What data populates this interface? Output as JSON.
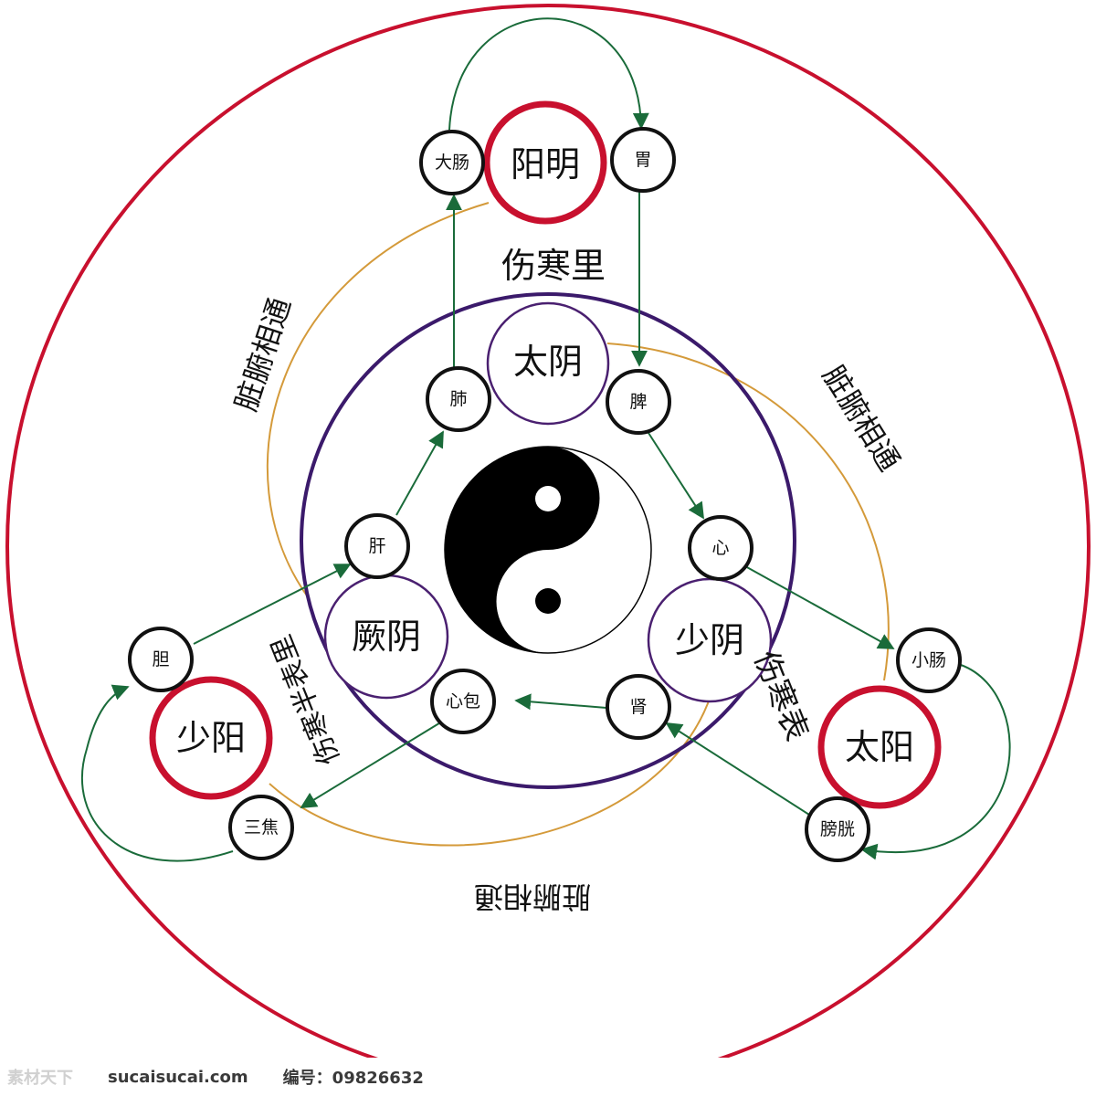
{
  "colors": {
    "outer_ring": "#c8102e",
    "inner_ring": "#3b1a6b",
    "yang_ring": "#c8102e",
    "yin_ring": "#4a2070",
    "organ_ring": "#111111",
    "arrow": "#1a6b3a",
    "link_curve": "#d49a3a",
    "text": "#111111"
  },
  "labels": {
    "shanghan_li": "伤寒里",
    "shanghan_biao_right": "伤寒表",
    "shanghan_banbiao": "伤寒半表里",
    "zangfu_left": "脏腑相通",
    "zangfu_right": "脏腑相通",
    "zangfu_bottom": "脏腑相通"
  },
  "channels": {
    "yangming": "阳明",
    "taiyin": "太阴",
    "jueyin": "厥阴",
    "shaoyin": "少阴",
    "shaoyang": "少阳",
    "taiyang": "太阳"
  },
  "organs": {
    "dachang": "大肠",
    "wei": "胃",
    "fei": "肺",
    "pi": "脾",
    "gan": "肝",
    "xin": "心",
    "dan": "胆",
    "xiaochang": "小肠",
    "xinbao": "心包",
    "shen": "肾",
    "sanjiao": "三焦",
    "pangguang": "膀胱"
  },
  "watermark": {
    "logo": "素材天下",
    "site": "sucaisucai.com",
    "id_label": "编号：09826632"
  }
}
